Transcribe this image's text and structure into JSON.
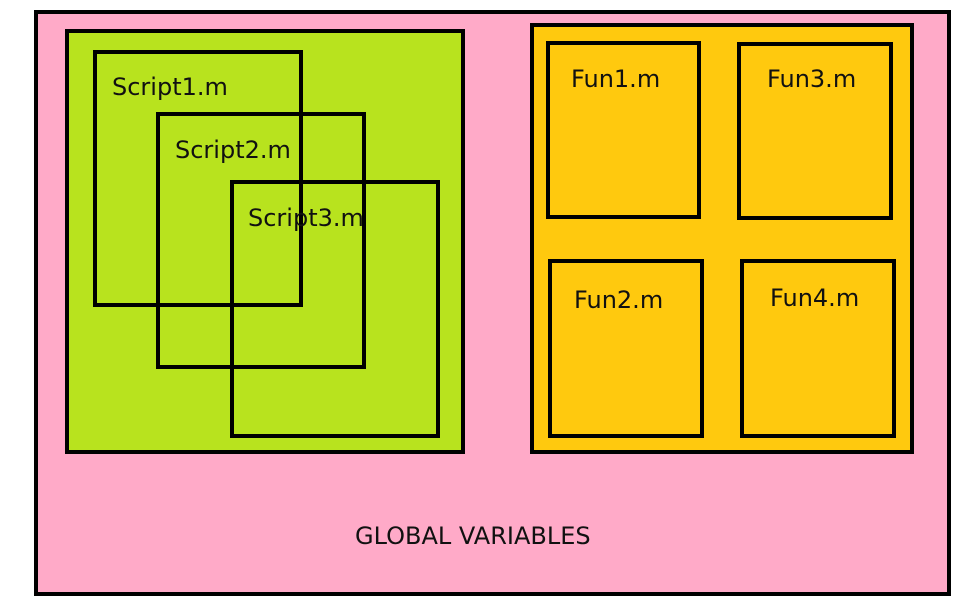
{
  "colors": {
    "global_background": "#ffaac8",
    "scripts_background": "#b8e31e",
    "functions_background": "#ffc90e",
    "border": "#000000",
    "text": "#111111"
  },
  "global_workspace": {
    "label": "GLOBAL VARIABLES"
  },
  "scripts": [
    {
      "label": "Script1.m"
    },
    {
      "label": "Script2.m"
    },
    {
      "label": "Script3.m"
    }
  ],
  "functions": [
    {
      "label": "Fun1.m"
    },
    {
      "label": "Fun3.m"
    },
    {
      "label": "Fun2.m"
    },
    {
      "label": "Fun4.m"
    }
  ]
}
